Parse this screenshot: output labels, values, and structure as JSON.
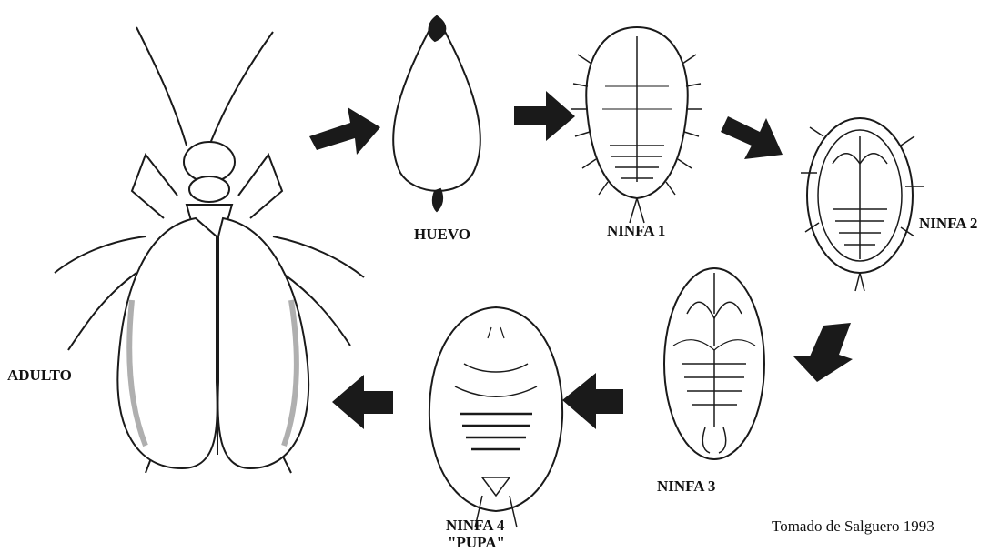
{
  "diagram": {
    "stages": [
      {
        "id": "adulto",
        "label": "ADULTO"
      },
      {
        "id": "huevo",
        "label": "HUEVO"
      },
      {
        "id": "ninfa1",
        "label": "NINFA 1"
      },
      {
        "id": "ninfa2",
        "label": "NINFA 2"
      },
      {
        "id": "ninfa3",
        "label": "NINFA 3"
      },
      {
        "id": "ninfa4",
        "label": "NINFA 4",
        "sublabel": "\"PUPA\""
      }
    ],
    "credit": "Tomado de Salguero 1993",
    "ink_color": "#1a1a1a"
  }
}
